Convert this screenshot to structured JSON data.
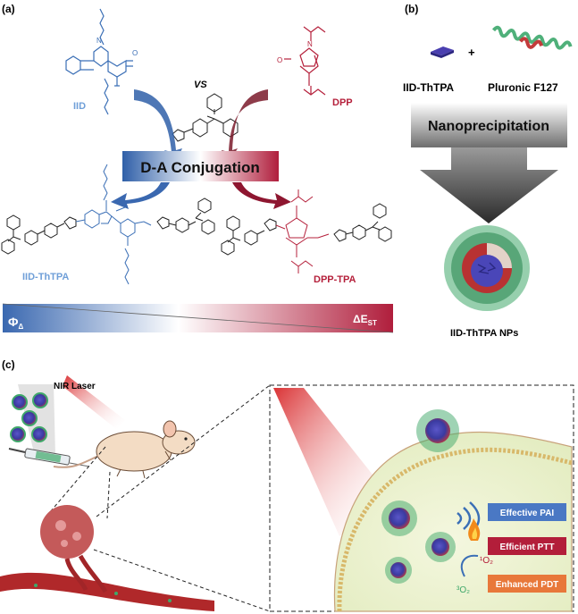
{
  "panel_a": {
    "letter": "(a)",
    "iid_label": "IID",
    "dpp_label": "DPP",
    "vs_label": "VS",
    "conjugation_label": "D-A Conjugation",
    "iid_thtpa_label": "IID-ThTPA",
    "dpp_tpa_label": "DPP-TPA",
    "phi_label": "Φ",
    "phi_sub": "Δ",
    "dest_label": "ΔE",
    "dest_sub": "ST",
    "colors": {
      "blue": "#3b6fb6",
      "red": "#b5203b",
      "light_blue": "#6f9fd8"
    }
  },
  "panel_b": {
    "letter": "(b)",
    "plus": "+",
    "iid_thtpa_label": "IID-ThTPA",
    "pluronic_label": "Pluronic F127",
    "nanoprecip_label": "Nanoprecipitation",
    "nps_label": "IID-ThTPA NPs"
  },
  "panel_c": {
    "letter": "(c)",
    "laser_label": "NIR Laser",
    "pai_label": "Effective PAI",
    "ptt_label": "Efficient PTT",
    "pdt_label": "Enhanced PDT",
    "singlet_o2": "¹O₂",
    "triplet_o2": "³O₂"
  }
}
